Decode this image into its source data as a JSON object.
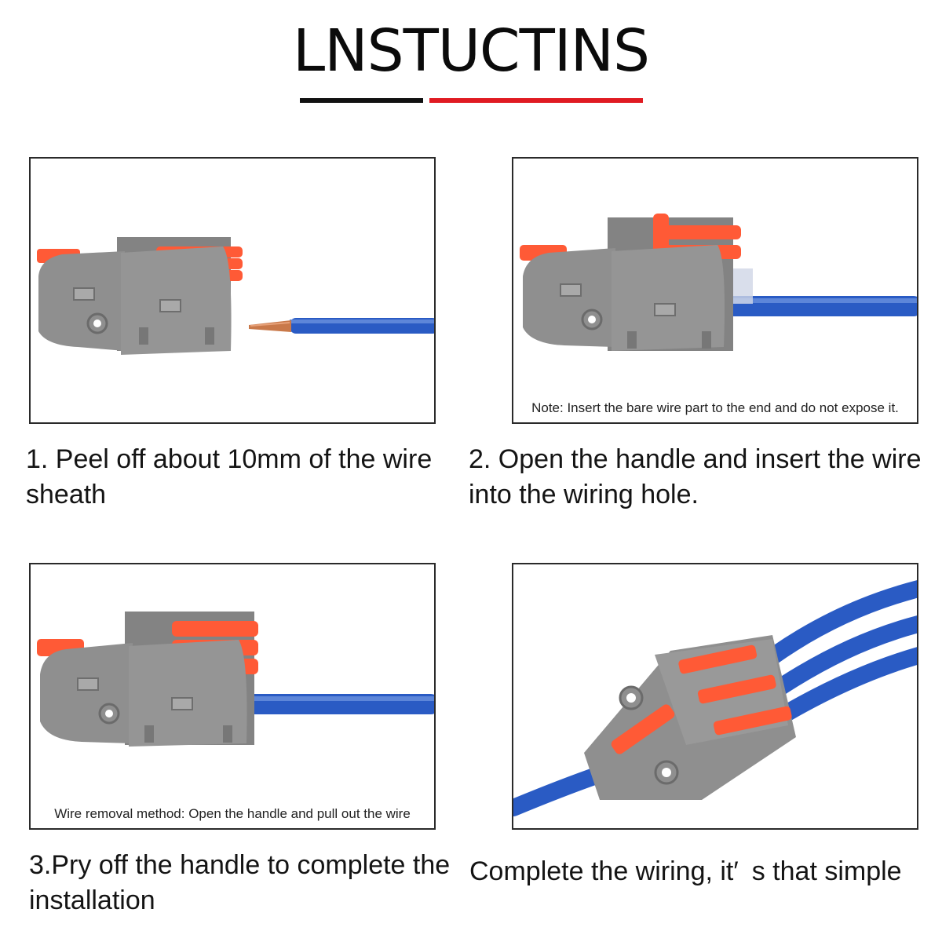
{
  "title": "LNSTUCTINS",
  "colors": {
    "bar_left": "#111111",
    "bar_right": "#e01b22",
    "handle": "#ff5a36",
    "body": "#8f8f8f",
    "wire": "#2a5bc4"
  },
  "steps": [
    {
      "caption": "1. Peel off about 10mm of the wire sheath",
      "note": ""
    },
    {
      "caption": "2. Open the handle and insert the wire into the wiring hole.",
      "note": "Note: Insert the bare wire part to the end and do not expose it."
    },
    {
      "caption": "3.Pry off the handle to complete the installation",
      "note": "Wire removal method: Open the handle and pull out the wire"
    },
    {
      "caption": "Complete the wiring, it′ s that simple",
      "note": ""
    }
  ]
}
